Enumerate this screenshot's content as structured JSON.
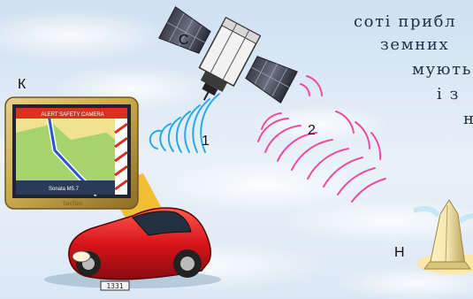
{
  "labels": {
    "satellite": "С",
    "navigator": "К",
    "station": "Н",
    "signal_1": "1",
    "signal_2": "2"
  },
  "text_lines": [
    "соті прибл",
    "земних",
    "мують",
    "і  з",
    "н"
  ],
  "navigator_screen": {
    "banner": "ALERT SAFETY CAMERA",
    "bottom_info": "Sonata M5.7",
    "brand": "TomTom"
  },
  "car_plate": "1331",
  "colors": {
    "signal_blue": "#29a9e8",
    "signal_pink": "#ea4da0",
    "car_red": "#d8141a",
    "device_gold": "#c9a64a",
    "callout_yellow": "#f2b81f"
  }
}
